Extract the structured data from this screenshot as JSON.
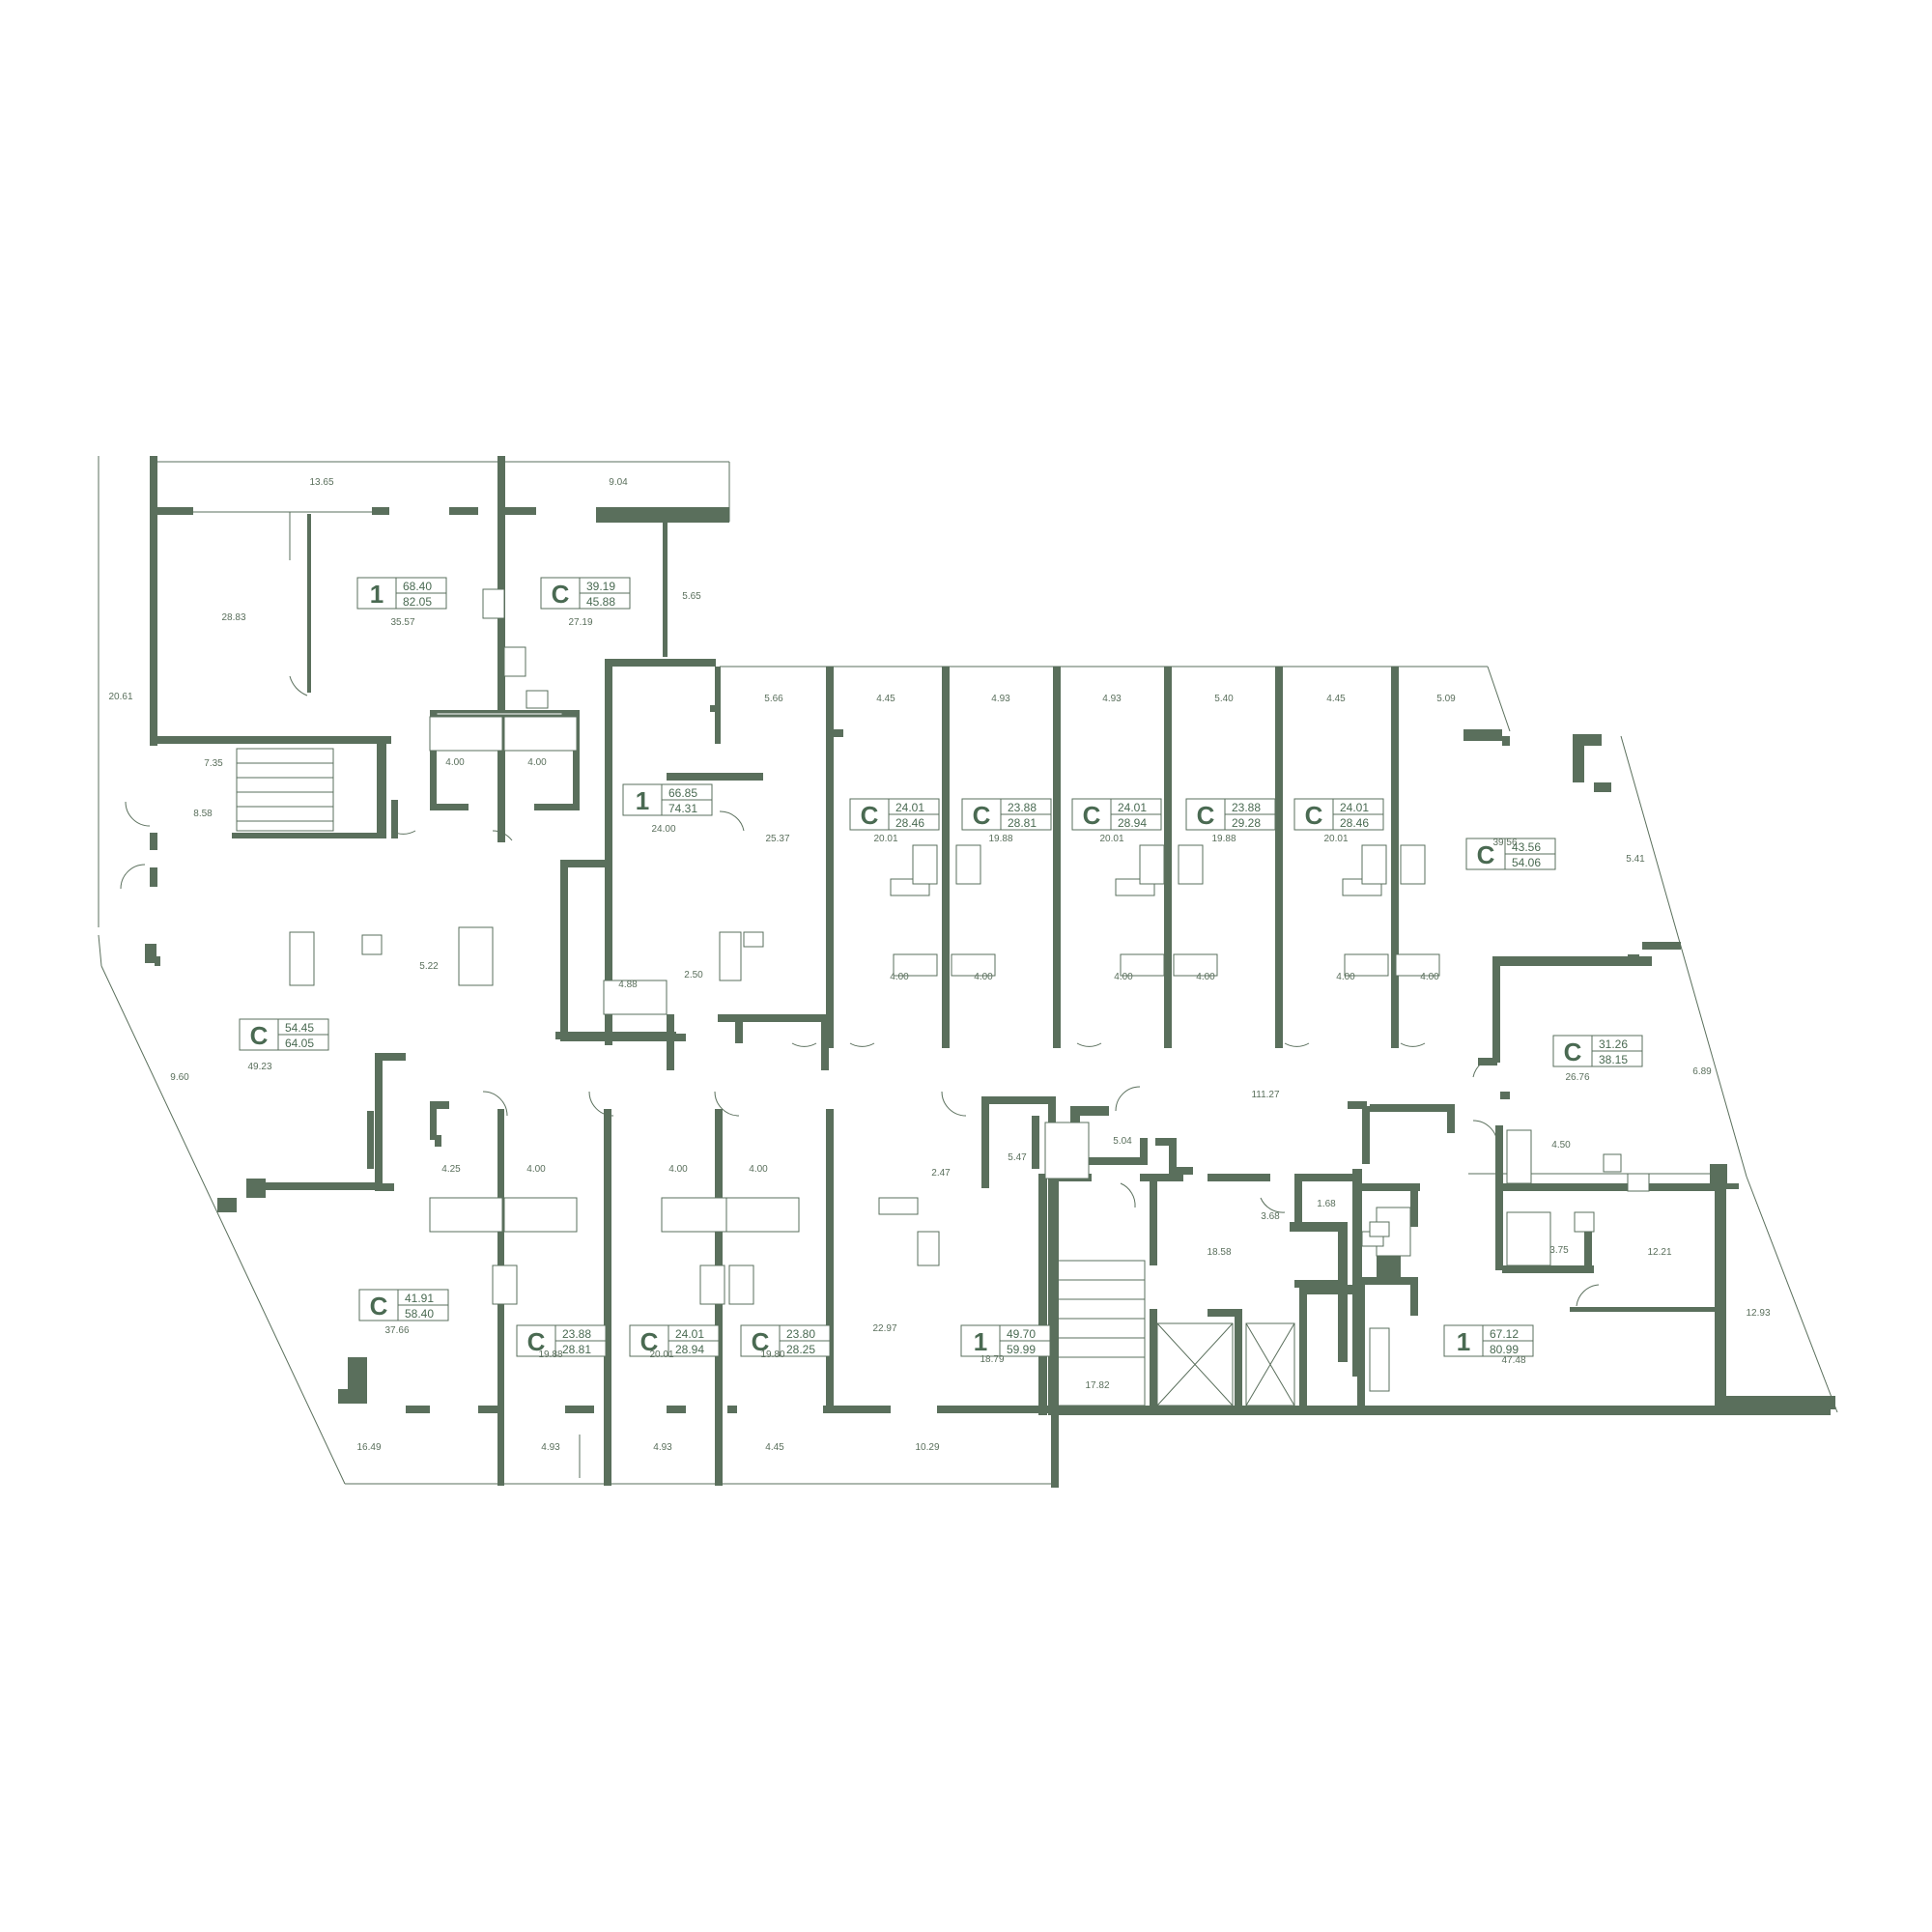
{
  "colors": {
    "wall": "#5a6f5c",
    "text": "#4a6a52",
    "background": "#ffffff"
  },
  "apartments": [
    {
      "type": "1",
      "area_living": "68.40",
      "area_total": "82.05"
    },
    {
      "type": "C",
      "area_living": "39.19",
      "area_total": "45.88"
    },
    {
      "type": "1",
      "area_living": "66.85",
      "area_total": "74.31"
    },
    {
      "type": "C",
      "area_living": "24.01",
      "area_total": "28.46"
    },
    {
      "type": "C",
      "area_living": "23.88",
      "area_total": "28.81"
    },
    {
      "type": "C",
      "area_living": "24.01",
      "area_total": "28.94"
    },
    {
      "type": "C",
      "area_living": "23.88",
      "area_total": "29.28"
    },
    {
      "type": "C",
      "area_living": "24.01",
      "area_total": "28.46"
    },
    {
      "type": "C",
      "area_living": "43.56",
      "area_total": "54.06"
    },
    {
      "type": "C",
      "area_living": "54.45",
      "area_total": "64.05"
    },
    {
      "type": "C",
      "area_living": "31.26",
      "area_total": "38.15"
    },
    {
      "type": "C",
      "area_living": "41.91",
      "area_total": "58.40"
    },
    {
      "type": "C",
      "area_living": "23.88",
      "area_total": "28.81"
    },
    {
      "type": "C",
      "area_living": "24.01",
      "area_total": "28.94"
    },
    {
      "type": "C",
      "area_living": "23.80",
      "area_total": "28.25"
    },
    {
      "type": "1",
      "area_living": "49.70",
      "area_total": "59.99"
    },
    {
      "type": "1",
      "area_living": "67.12",
      "area_total": "80.99"
    }
  ],
  "room_areas": [
    "13.65",
    "9.04",
    "20.61",
    "28.83",
    "35.57",
    "27.19",
    "5.65",
    "5.66",
    "4.45",
    "4.93",
    "4.93",
    "5.40",
    "4.45",
    "5.09",
    "7.35",
    "8.58",
    "4.00",
    "4.00",
    "24.00",
    "25.37",
    "20.01",
    "19.88",
    "20.01",
    "19.88",
    "20.01",
    "39.56",
    "5.41",
    "5.22",
    "4.88",
    "2.50",
    "4.00",
    "4.00",
    "4.00",
    "4.00",
    "4.00",
    "4.00",
    "49.23",
    "111.27",
    "26.76",
    "9.60",
    "6.89",
    "4.25",
    "4.00",
    "4.00",
    "4.00",
    "2.47",
    "5.47",
    "5.04",
    "4.50",
    "18.58",
    "1.68",
    "3.68",
    "3.75",
    "12.21",
    "22.97",
    "37.66",
    "19.88",
    "20.01",
    "19.80",
    "18.79",
    "17.82",
    "47.48",
    "12.93",
    "16.49",
    "4.93",
    "4.93",
    "4.45",
    "10.29"
  ]
}
